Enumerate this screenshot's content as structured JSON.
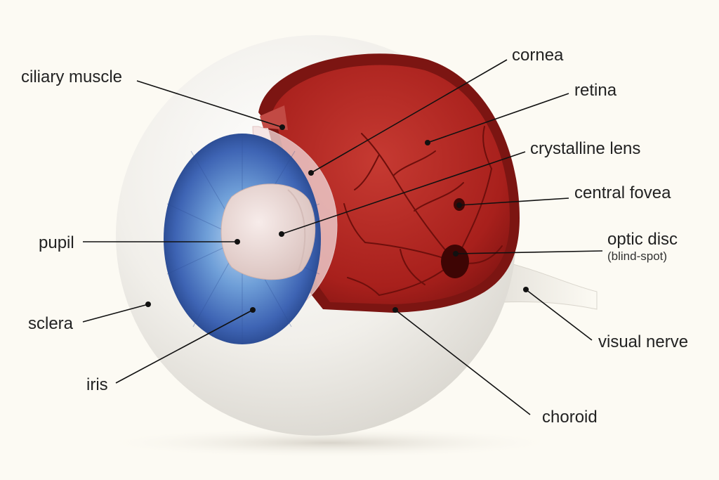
{
  "labels": {
    "ciliary_muscle": "ciliary muscle",
    "cornea": "cornea",
    "retina": "retina",
    "crystalline_lens": "crystalline lens",
    "central_fovea": "central fovea",
    "optic_disc": "optic disc",
    "optic_disc_note": "(blind-spot)",
    "pupil": "pupil",
    "sclera": "sclera",
    "iris": "iris",
    "visual_nerve": "visual nerve",
    "choroid": "choroid"
  },
  "colors": {
    "background": "#fcfaf3",
    "sclera": "#eeece6",
    "retina": "#a8201c",
    "iris": "#4a78c8",
    "lens": "#e8d6d2",
    "leader_line": "#111111"
  }
}
